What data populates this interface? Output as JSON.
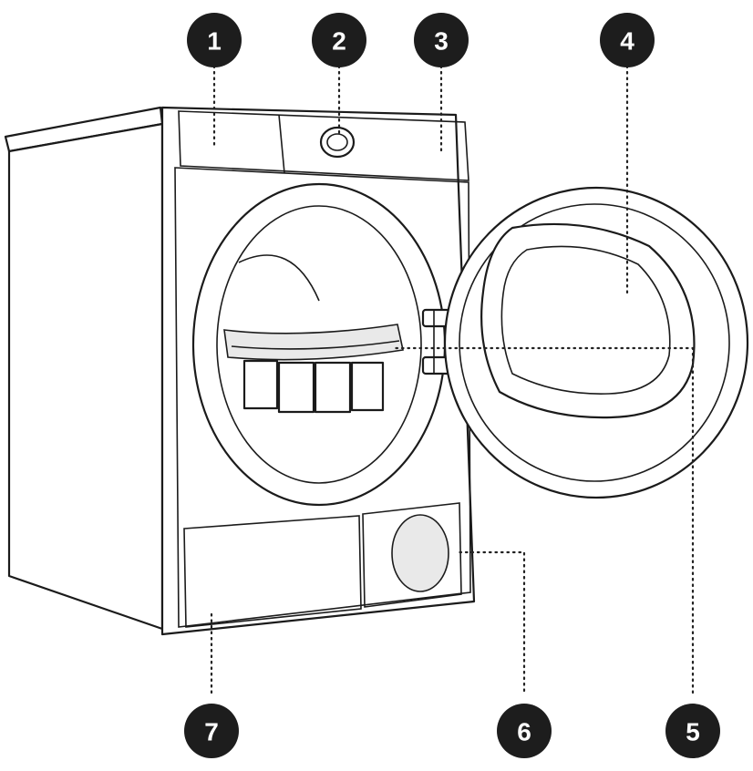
{
  "callouts": [
    {
      "id": "1",
      "label": "1"
    },
    {
      "id": "2",
      "label": "2"
    },
    {
      "id": "3",
      "label": "3"
    },
    {
      "id": "4",
      "label": "4"
    },
    {
      "id": "5",
      "label": "5"
    },
    {
      "id": "6",
      "label": "6"
    },
    {
      "id": "7",
      "label": "7"
    }
  ],
  "colors": {
    "callout_fill": "#1d1d1d",
    "callout_text": "#ffffff",
    "line": "#1b1b1b"
  }
}
